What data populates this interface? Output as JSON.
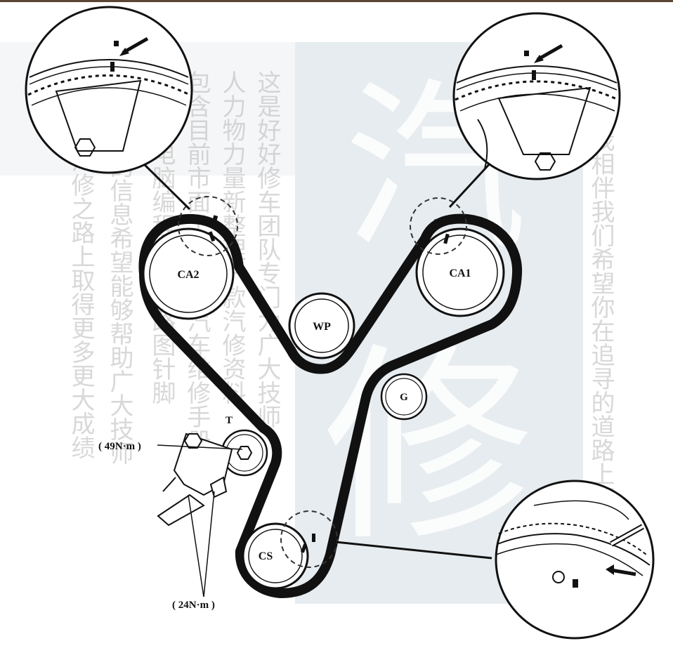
{
  "pulleys": {
    "ca2": "CA2",
    "ca1": "CA1",
    "wp": "WP",
    "g": "G",
    "t": "T",
    "cs": "CS"
  },
  "torques": {
    "bolt_49": "( 49N·m )",
    "bolt_24": "( 24N·m )"
  },
  "watermark": {
    "big_char_1": "汽",
    "big_char_2": "修",
    "columns": [
      "这是好好修车团队专门为广大技师",
      "人力物力量新整理一款汽修资料",
      "包含目前市面上大多数汽车维修手册",
      "隐藏的电脑编程电脑电路图针脚",
      "的信息希望能够帮助广大技师",
      "您们在汽修之路上取得更多更大成绩",
      "之路你我相伴我们希望你在追寻的道路上不迷茫"
    ]
  },
  "colors": {
    "belt": "#111111",
    "watermark_panel": "#dde5ea",
    "watermark_text": "#b9b9b9"
  }
}
